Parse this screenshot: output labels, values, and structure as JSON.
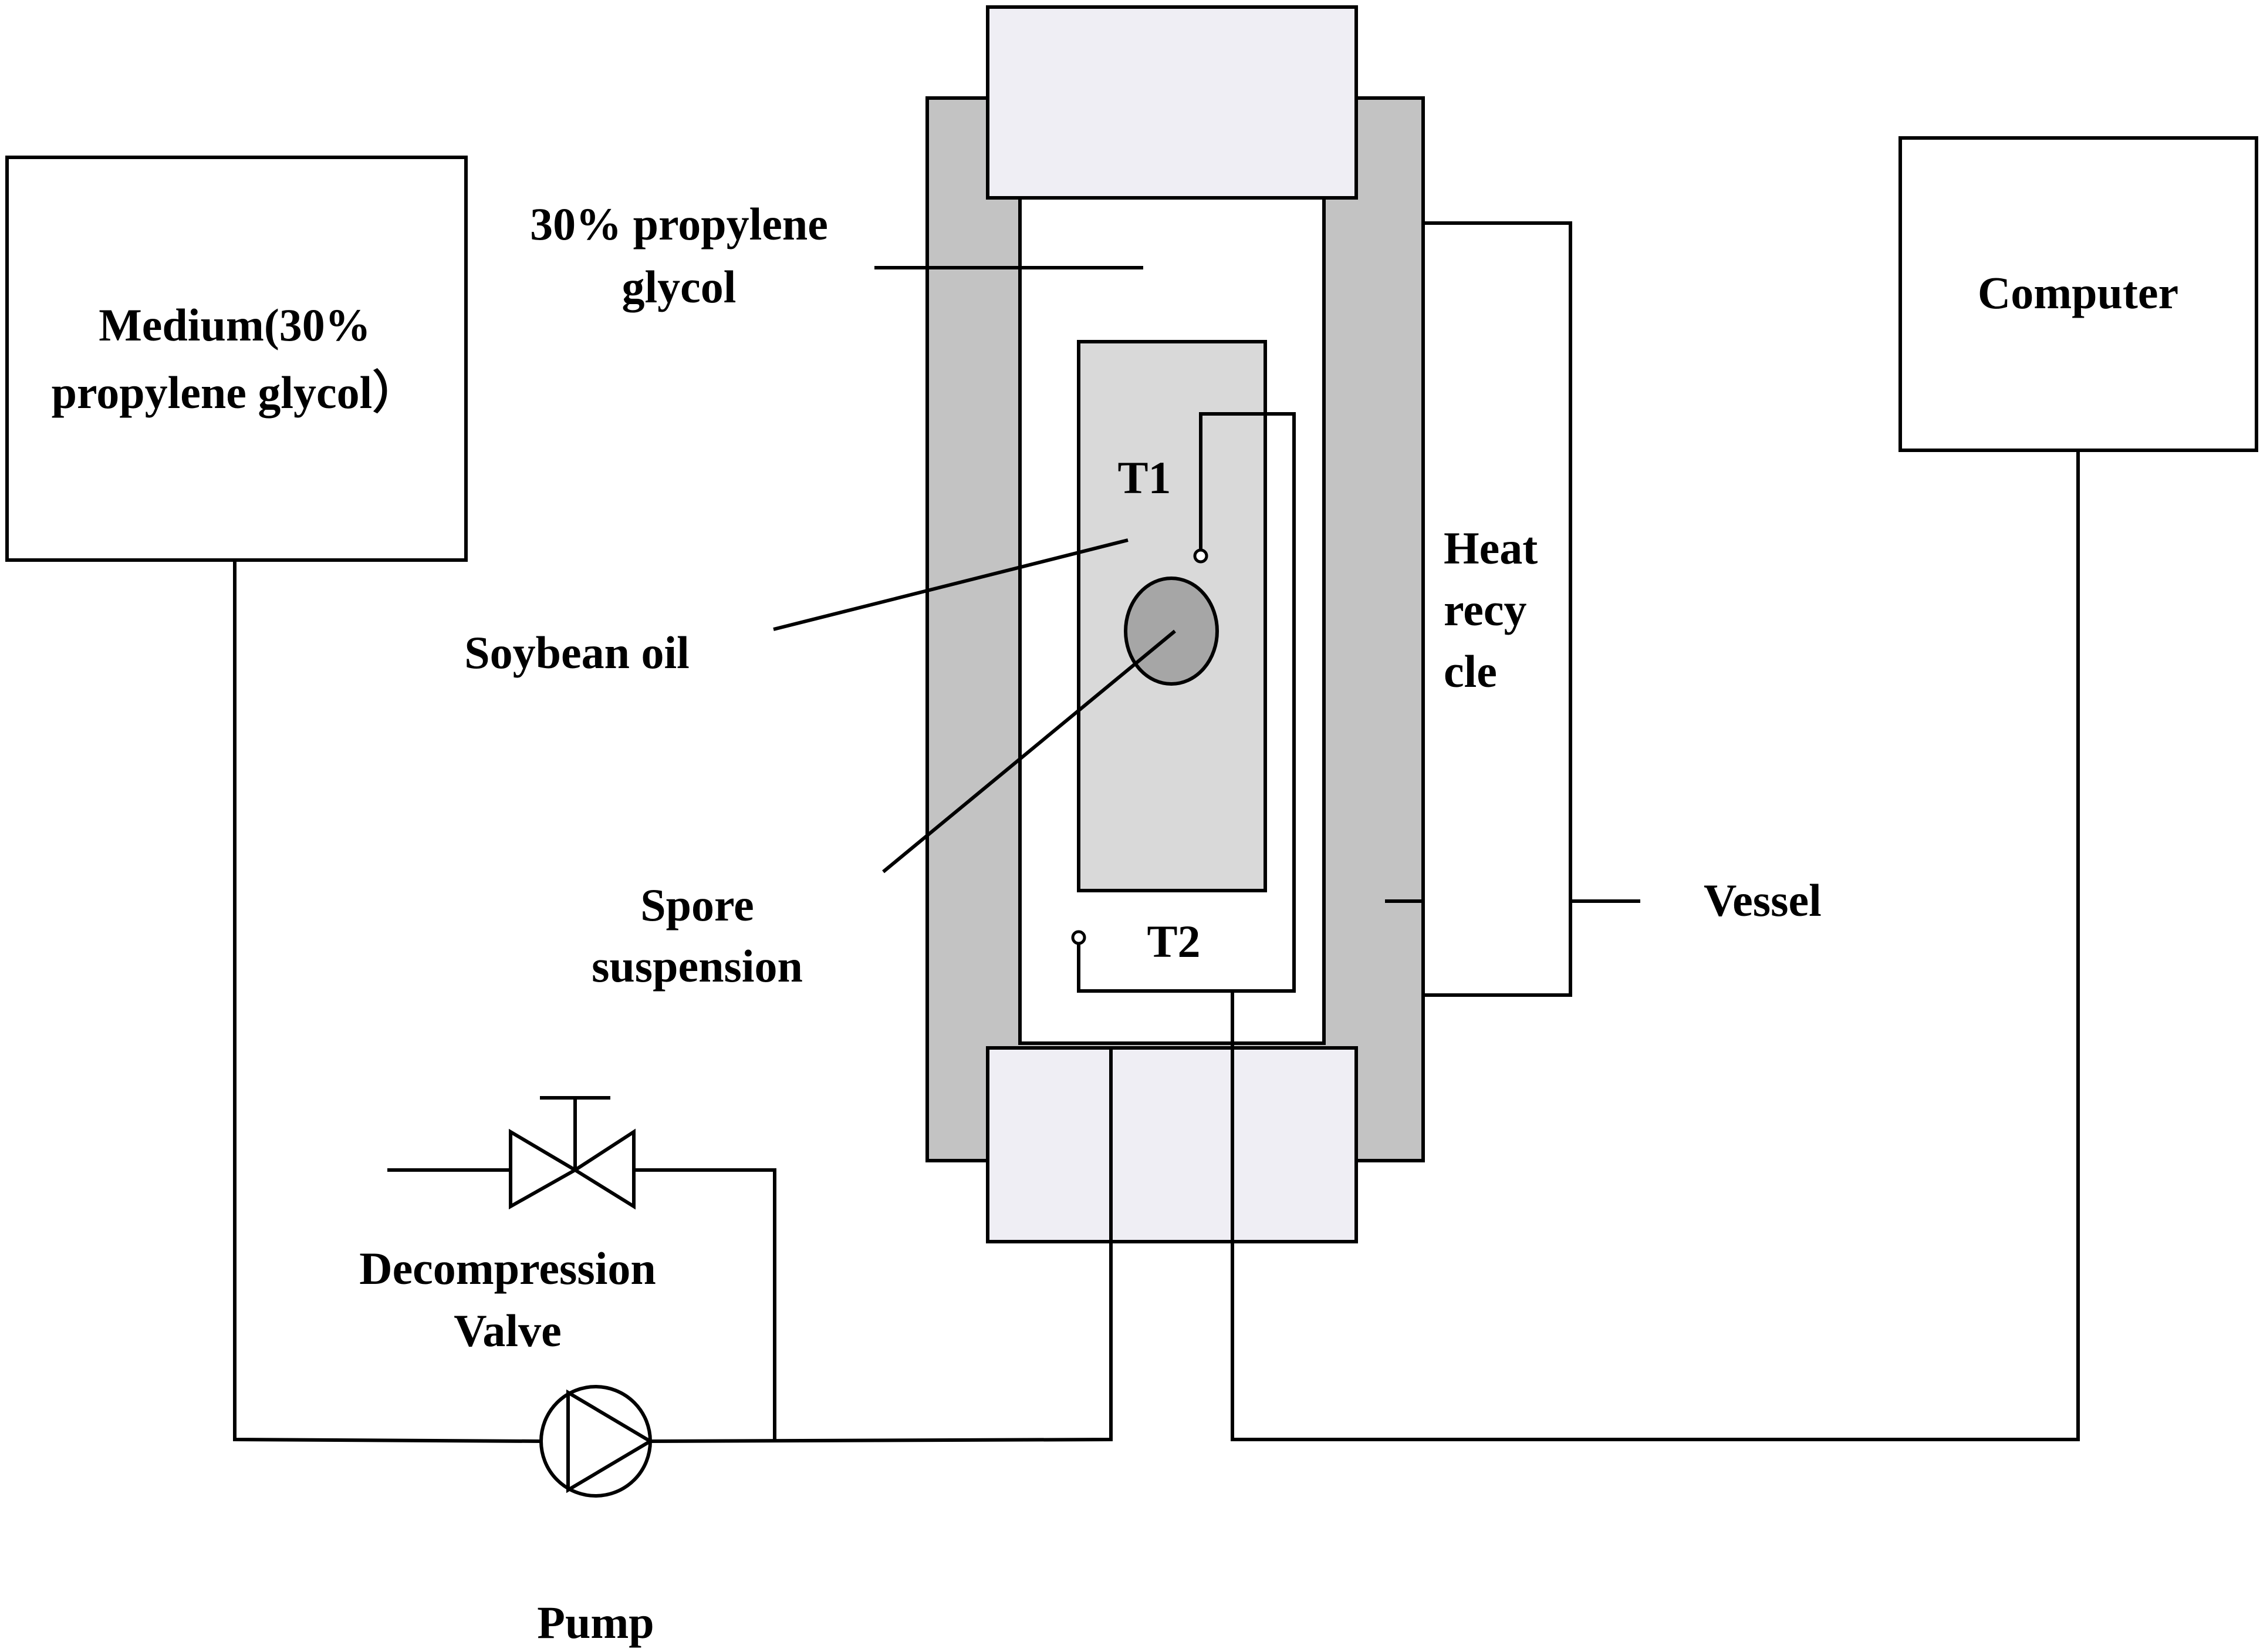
{
  "labels": {
    "medium_line1": "Medium(30%",
    "medium_line2": "propylene glycol）",
    "propylene_line1": "30% propylene",
    "propylene_line2": "glycol",
    "t1": "T1",
    "t2": "T2",
    "soybean_oil": "Soybean oil",
    "spore_line1": "Spore",
    "spore_line2": "suspension",
    "heat_line1": "Heat",
    "heat_line2": "recy",
    "heat_line3": "cle",
    "vessel": "Vessel",
    "computer": "Computer",
    "valve_line1": "Decompression",
    "valve_line2": "Valve",
    "pump": "Pump"
  },
  "colors": {
    "jacket": "#c3c3c3",
    "caps": "#efeef4",
    "inner_chamber": "#d9d9d9",
    "droplet": "#a6a6a6",
    "line": "#000000",
    "background": "#ffffff"
  }
}
